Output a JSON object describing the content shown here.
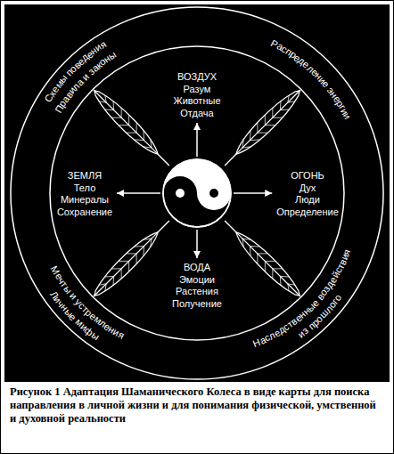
{
  "diagram": {
    "caption": "Рисунок 1 Адаптация Шаманического Колеса в виде карты для поиска направления в личной жизни и для понимания физической, умственной и духовной реальности",
    "nodes": [
      {
        "text": [
          "Схемы поведения",
          "Правила и законы",
          "Распределение энергии",
          "Наследственные воздействия",
          "из прошлого",
          "Мечты и устремления",
          "Личные мифы"
        ]
      }
    ],
    "labels": [
      "ВОЗДУХ",
      "Разум",
      "Животные",
      "Отдача",
      "ЗЕМЛЯ",
      "Тело",
      "Минералы",
      "Сохранение",
      "ОГОНЬ",
      "Дух",
      "Люди",
      "Определение",
      "ВОДА",
      "Эмоции",
      "Растения",
      "Получение"
    ]
  }
}
